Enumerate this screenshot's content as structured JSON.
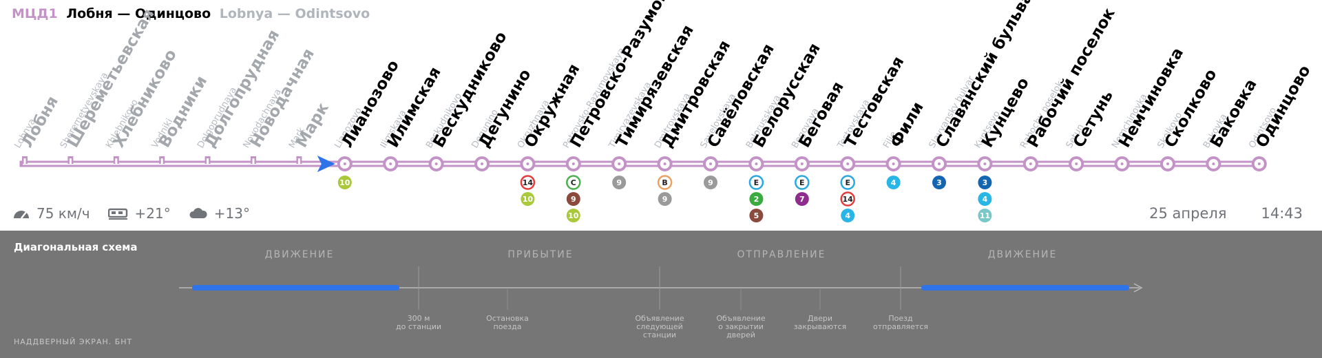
{
  "header": {
    "line_id": "МЦД1",
    "route_ru": "Лобня — Одинцово",
    "route_en": "Lobnya — Odintsovo"
  },
  "colors": {
    "line": "#c393c8",
    "arrow": "#2f73e8",
    "progress": "#2f73e8",
    "panel_bg": "#767676"
  },
  "stations": [
    {
      "ru": "Лобня",
      "en": "Lobnya",
      "passed": true,
      "badges": []
    },
    {
      "ru": "Шереметьевская",
      "en": "Sheremetyevskaya",
      "passed": true,
      "badges": []
    },
    {
      "ru": "Хлебниково",
      "en": "Khlebnikovo",
      "passed": true,
      "badges": []
    },
    {
      "ru": "Водники",
      "en": "Vodniki",
      "passed": true,
      "badges": []
    },
    {
      "ru": "Долгопрудная",
      "en": "Dolgoprudnaya",
      "passed": true,
      "badges": []
    },
    {
      "ru": "Новодачная",
      "en": "Novodachnaya",
      "passed": true,
      "badges": []
    },
    {
      "ru": "Марк",
      "en": "Mark",
      "passed": true,
      "badges": []
    },
    {
      "ru": "Лианозово",
      "en": "Lianozovo",
      "passed": false,
      "badges": [
        {
          "t": "10",
          "c": "#a9c93b",
          "s": "fill"
        }
      ]
    },
    {
      "ru": "Илимская",
      "en": "Ilimskaya",
      "passed": false,
      "badges": []
    },
    {
      "ru": "Бескудниково",
      "en": "Beskudnikovo",
      "passed": false,
      "badges": []
    },
    {
      "ru": "Дегунино",
      "en": "Degunino",
      "passed": false,
      "badges": []
    },
    {
      "ru": "Окружная",
      "en": "Okruzhnaya",
      "passed": false,
      "badges": [
        {
          "t": "14",
          "c": "#e63b3b",
          "s": "ring"
        },
        {
          "t": "10",
          "c": "#a9c93b",
          "s": "fill"
        }
      ]
    },
    {
      "ru": "Петровско-Разумовская",
      "en": "Petrovsko-Razumovskaya",
      "passed": false,
      "badges": [
        {
          "t": "C",
          "c": "#4caf50",
          "s": "ring"
        },
        {
          "t": "9",
          "c": "#8b4a3c",
          "s": "fill"
        },
        {
          "t": "10",
          "c": "#a9c93b",
          "s": "fill"
        }
      ]
    },
    {
      "ru": "Тимирязевская",
      "en": "Timiryazevskaya",
      "passed": false,
      "badges": [
        {
          "t": "9",
          "c": "#9a9a9a",
          "s": "fill"
        }
      ]
    },
    {
      "ru": "Дмитровская",
      "en": "Dmitrovskaya",
      "passed": false,
      "badges": [
        {
          "t": "B",
          "c": "#e9a262",
          "s": "ring"
        },
        {
          "t": "9",
          "c": "#9a9a9a",
          "s": "fill"
        }
      ]
    },
    {
      "ru": "Савёловская",
      "en": "Savelovskaya",
      "passed": false,
      "badges": [
        {
          "t": "9",
          "c": "#9a9a9a",
          "s": "fill"
        }
      ]
    },
    {
      "ru": "Белорусская",
      "en": "Belorusskaya",
      "passed": false,
      "badges": [
        {
          "t": "E",
          "c": "#29a8e0",
          "s": "ring"
        },
        {
          "t": "2",
          "c": "#3aab3e",
          "s": "fill"
        },
        {
          "t": "5",
          "c": "#8b4a3c",
          "s": "fill"
        }
      ]
    },
    {
      "ru": "Беговая",
      "en": "Begovaya",
      "passed": false,
      "badges": [
        {
          "t": "E",
          "c": "#29a8e0",
          "s": "ring"
        },
        {
          "t": "7",
          "c": "#8e2d8e",
          "s": "fill"
        }
      ]
    },
    {
      "ru": "Тестовская",
      "en": "Testovskaya",
      "passed": false,
      "badges": [
        {
          "t": "E",
          "c": "#29a8e0",
          "s": "ring"
        },
        {
          "t": "14",
          "c": "#e63b3b",
          "s": "ring"
        },
        {
          "t": "4",
          "c": "#29b6e6",
          "s": "fill"
        }
      ]
    },
    {
      "ru": "Фили",
      "en": "Filie",
      "passed": false,
      "badges": [
        {
          "t": "4",
          "c": "#29b6e6",
          "s": "fill"
        }
      ]
    },
    {
      "ru": "Славянский бульвар",
      "en": "Slavyansky bulvar",
      "passed": false,
      "badges": [
        {
          "t": "3",
          "c": "#1566b0",
          "s": "fill"
        }
      ]
    },
    {
      "ru": "Кунцево",
      "en": "Kuntsevo",
      "passed": false,
      "badges": [
        {
          "t": "3",
          "c": "#1566b0",
          "s": "fill"
        },
        {
          "t": "4",
          "c": "#29b6e6",
          "s": "fill"
        },
        {
          "t": "11",
          "c": "#79c7c8",
          "s": "fill"
        }
      ]
    },
    {
      "ru": "Рабочий поселок",
      "en": "Rabochy poselok",
      "passed": false,
      "badges": []
    },
    {
      "ru": "Сетунь",
      "en": "Setun",
      "passed": false,
      "badges": []
    },
    {
      "ru": "Немчиновка",
      "en": "Nemchinovka",
      "passed": false,
      "badges": []
    },
    {
      "ru": "Сколково",
      "en": "Skolkovo",
      "passed": false,
      "badges": []
    },
    {
      "ru": "Баковка",
      "en": "Bakovka",
      "passed": false,
      "badges": []
    },
    {
      "ru": "Одинцово",
      "en": "Odintsovo",
      "passed": false,
      "badges": []
    }
  ],
  "status": {
    "speed": "75 км/ч",
    "temp_inside": "+21°",
    "temp_outside": "+13°",
    "date": "25 апреля",
    "time": "14:43",
    "speed_icon": "speedometer-icon",
    "inside_icon": "train-car-icon",
    "outside_icon": "cloud-icon"
  },
  "panel": {
    "title": "Диагональная схема",
    "footer": "НАДДВЕРНЫЙ ЭКРАН. БНТ",
    "phases": [
      "ДВИЖЕНИЕ",
      "ПРИБЫТИЕ",
      "ОТПРАВЛЕНИЕ",
      "ДВИЖЕНИЕ"
    ],
    "events": [
      "300 м\nдо станции",
      "Остановка\nпоезда",
      "Объявление\nследующей\nстанции",
      "Объявление\nо закрытии\nдверей",
      "Двери\nзакрываются",
      "Поезд\nотправляется"
    ]
  }
}
